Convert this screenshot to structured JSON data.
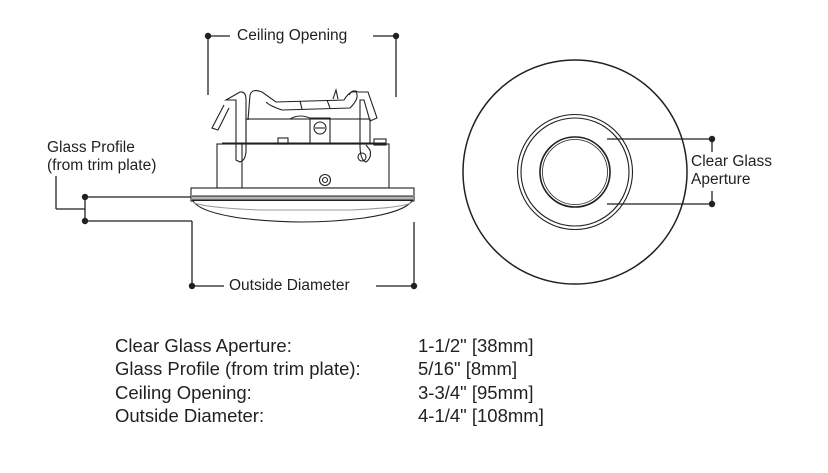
{
  "diagram": {
    "side_view": {
      "ceiling_opening_label": "Ceiling Opening",
      "glass_profile_label_line1": "Glass Profile",
      "glass_profile_label_line2": "(from trim plate)",
      "outside_diameter_label": "Outside Diameter"
    },
    "front_view": {
      "clear_glass_label_line1": "Clear Glass",
      "clear_glass_label_line2": "Aperture"
    },
    "line_color": "#231f20",
    "shade_color": "#9a9a9a"
  },
  "specs": [
    {
      "label": "Clear Glass Aperture:",
      "value": "1-1/2\" [38mm]"
    },
    {
      "label": "Glass Profile (from trim plate):",
      "value": "5/16\" [8mm]"
    },
    {
      "label": "Ceiling Opening:",
      "value": "3-3/4\" [95mm]"
    },
    {
      "label": "Outside Diameter:",
      "value": "4-1/4\" [108mm]"
    }
  ]
}
